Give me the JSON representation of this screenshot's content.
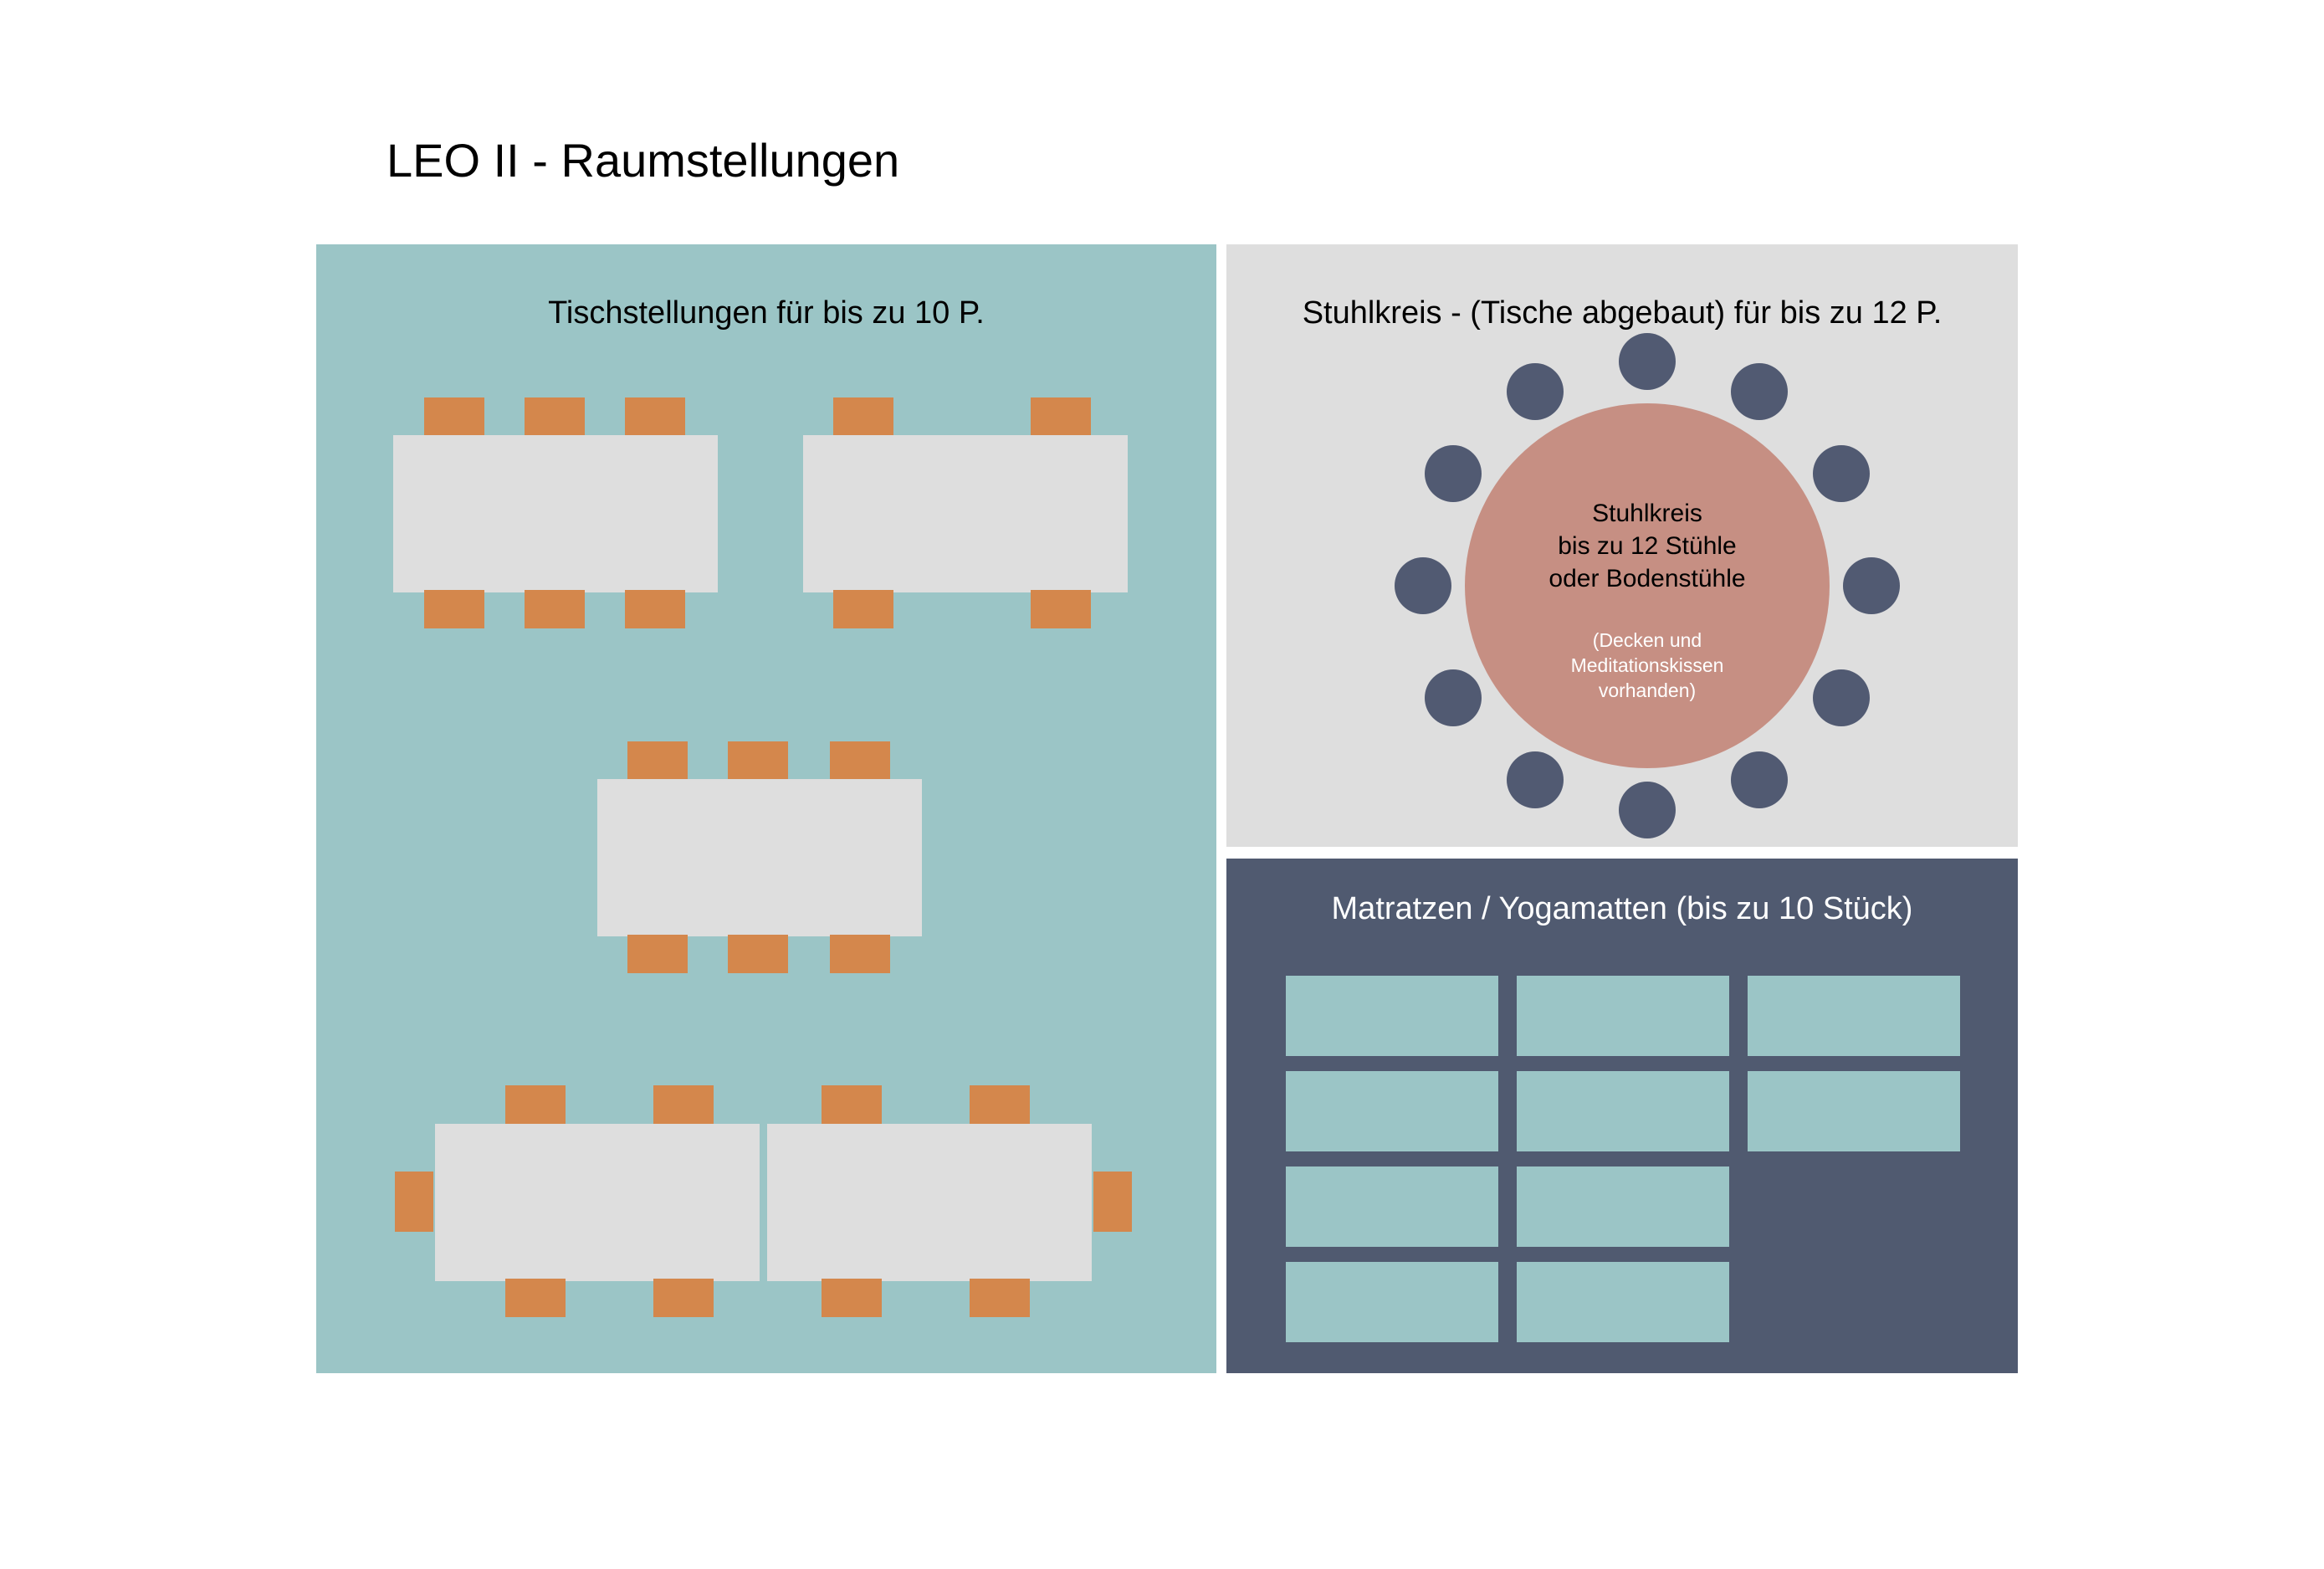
{
  "page": {
    "title": "LEO II - Raumstellungen"
  },
  "colors": {
    "background": "#ffffff",
    "tables_panel": "#9bc5c6",
    "circle_panel": "#dedede",
    "mats_panel": "#505a70",
    "table": "#dedede",
    "chair": "#d4874c",
    "round_table": "#c68f83",
    "seat": "#515a72",
    "mat": "#9bc5c6"
  },
  "tables_panel": {
    "title": "Tischstellungen für bis zu 10 P."
  },
  "circle_panel": {
    "title": "Stuhlkreis - (Tische abgebaut) für bis zu 12 P.",
    "label_lines": [
      "Stuhlkreis",
      "bis zu 12 Stühle",
      "oder Bodenstühle"
    ],
    "note_lines": [
      "(Decken und",
      "Meditationskissen",
      "vorhanden)"
    ],
    "seat_count": 12
  },
  "mats_panel": {
    "title": "Matratzen / Yogamatten (bis zu 10 Stück)",
    "mat_count": 10
  }
}
